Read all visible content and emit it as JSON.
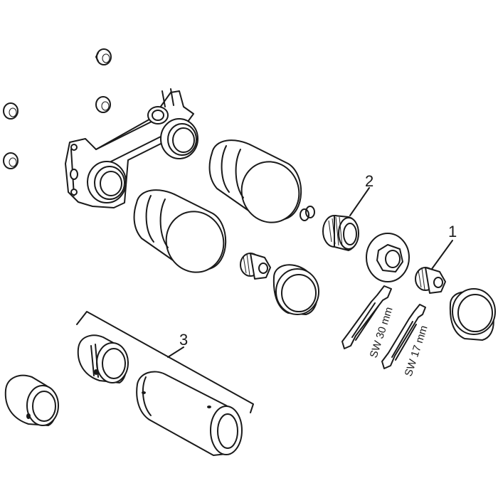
{
  "callouts": {
    "one": "1",
    "two": "2",
    "three": "3"
  },
  "wrench_labels": {
    "large": "SW 30 mm",
    "small": "SW 17 mm"
  },
  "colors": {
    "line": "#1a1a1a",
    "background": "#ffffff"
  }
}
